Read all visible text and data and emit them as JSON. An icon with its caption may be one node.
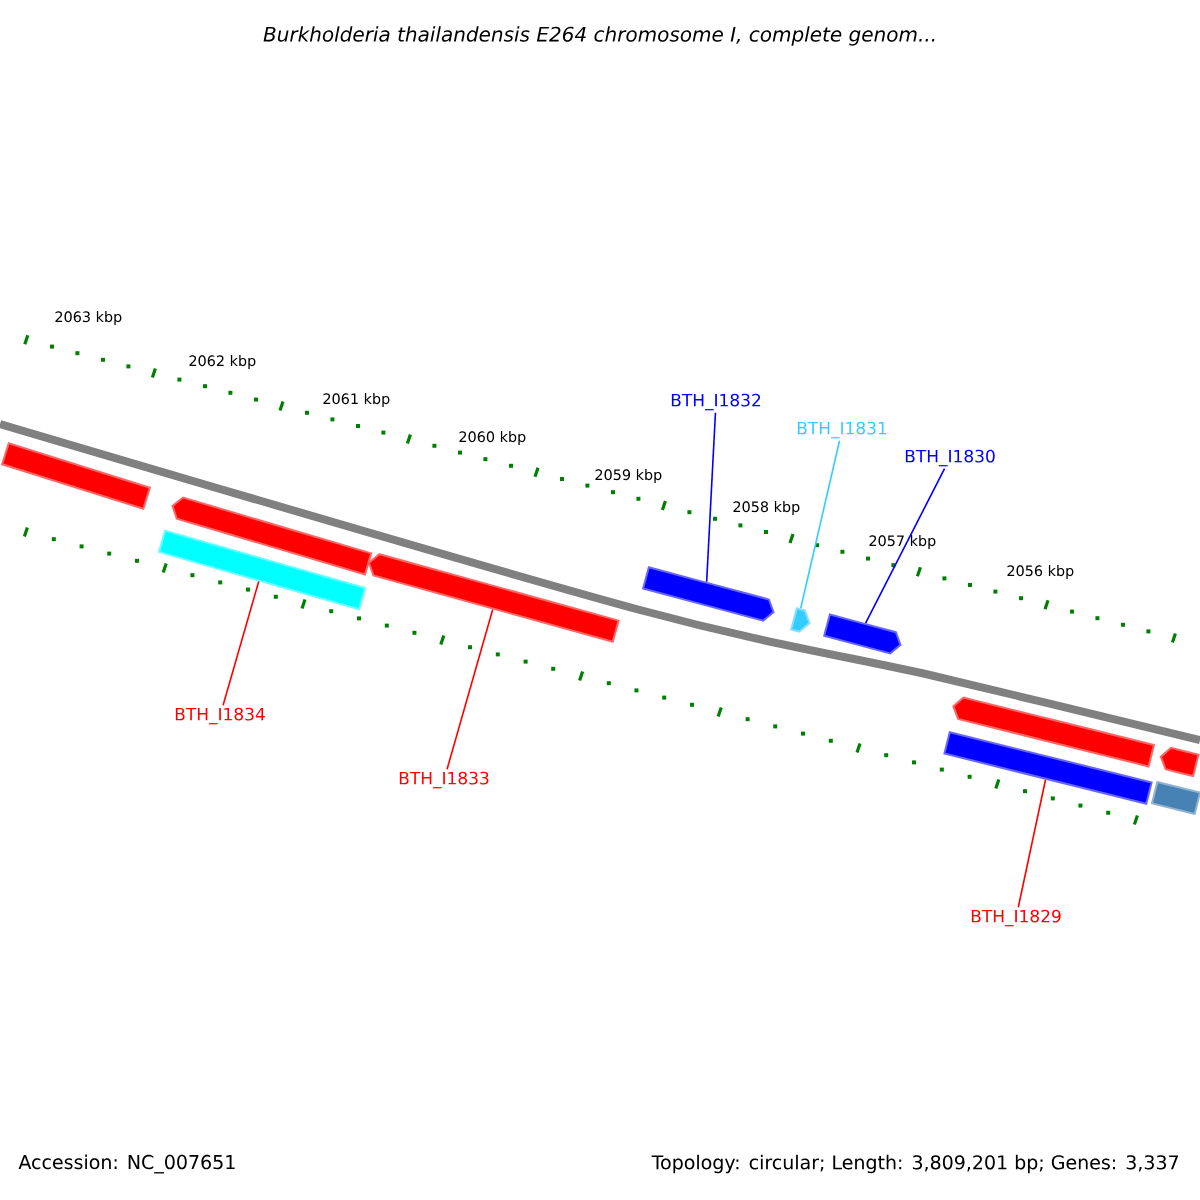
{
  "diagram": {
    "title": "Burkholderia thailandensis E264 chromosome I, complete genom...",
    "nodes": [
      {
        "text": [],
        "shape": "bar"
      },
      {
        "text": [],
        "shape": "arrow"
      },
      {
        "text": [],
        "shape": "bar"
      },
      {
        "text": [],
        "shape": "arrow"
      },
      {
        "text": [],
        "shape": "arrow"
      },
      {
        "text": [],
        "shape": "arrow"
      },
      {
        "text": [],
        "shape": "arrow"
      },
      {
        "text": [],
        "shape": "arrow"
      },
      {
        "text": [],
        "shape": "arrow"
      },
      {
        "text": [],
        "shape": "bar"
      },
      {
        "text": [],
        "shape": "bar"
      },
      {
        "text": [
          "BTH_I1832"
        ]
      },
      {
        "text": [
          "BTH_I1831"
        ]
      },
      {
        "text": [
          "BTH_I1830"
        ]
      },
      {
        "text": [
          "BTH_I1834"
        ]
      },
      {
        "text": [
          "BTH_I1833"
        ]
      },
      {
        "text": [
          "BTH_I1829"
        ]
      }
    ],
    "edges": [
      {
        "from": 11,
        "to": 4,
        "arrow": "none",
        "color": "#0000ff"
      },
      {
        "from": 12,
        "to": 5,
        "arrow": "none",
        "color": "#33ccff"
      },
      {
        "from": 13,
        "to": 6,
        "arrow": "none",
        "color": "#0000ff"
      },
      {
        "from": 14,
        "to": 2,
        "arrow": "none",
        "color": "#ff0000"
      },
      {
        "from": 15,
        "to": 3,
        "arrow": "none",
        "color": "#ff0000"
      },
      {
        "from": 16,
        "to": 9,
        "arrow": "none",
        "color": "#ff0000"
      }
    ],
    "labels": [
      "2063 kbp",
      "2062 kbp",
      "2061 kbp",
      "2060 kbp",
      "2059 kbp",
      "2058 kbp",
      "2057 kbp",
      "2056 kbp",
      "Accession: NC_007651",
      "Topology: circular; Length: 3,809,201 bp; Genes: 3,337"
    ]
  }
}
